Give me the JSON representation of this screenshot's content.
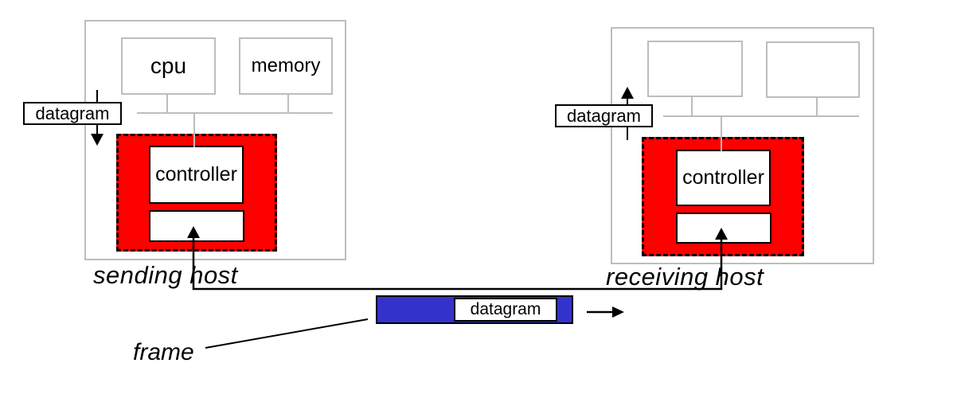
{
  "colors": {
    "adapter_red": "#ff0000",
    "frame_blue": "#3333cc",
    "box_gray": "#bdbdbd",
    "line_black": "#000000"
  },
  "sending_host": {
    "label": "sending host",
    "cpu": "cpu",
    "memory": "memory",
    "controller": "controller",
    "datagram_tag": "datagram"
  },
  "receiving_host": {
    "label": "receiving host",
    "controller": "controller",
    "datagram_tag": "datagram"
  },
  "frame": {
    "label": "frame",
    "datagram": "datagram"
  }
}
